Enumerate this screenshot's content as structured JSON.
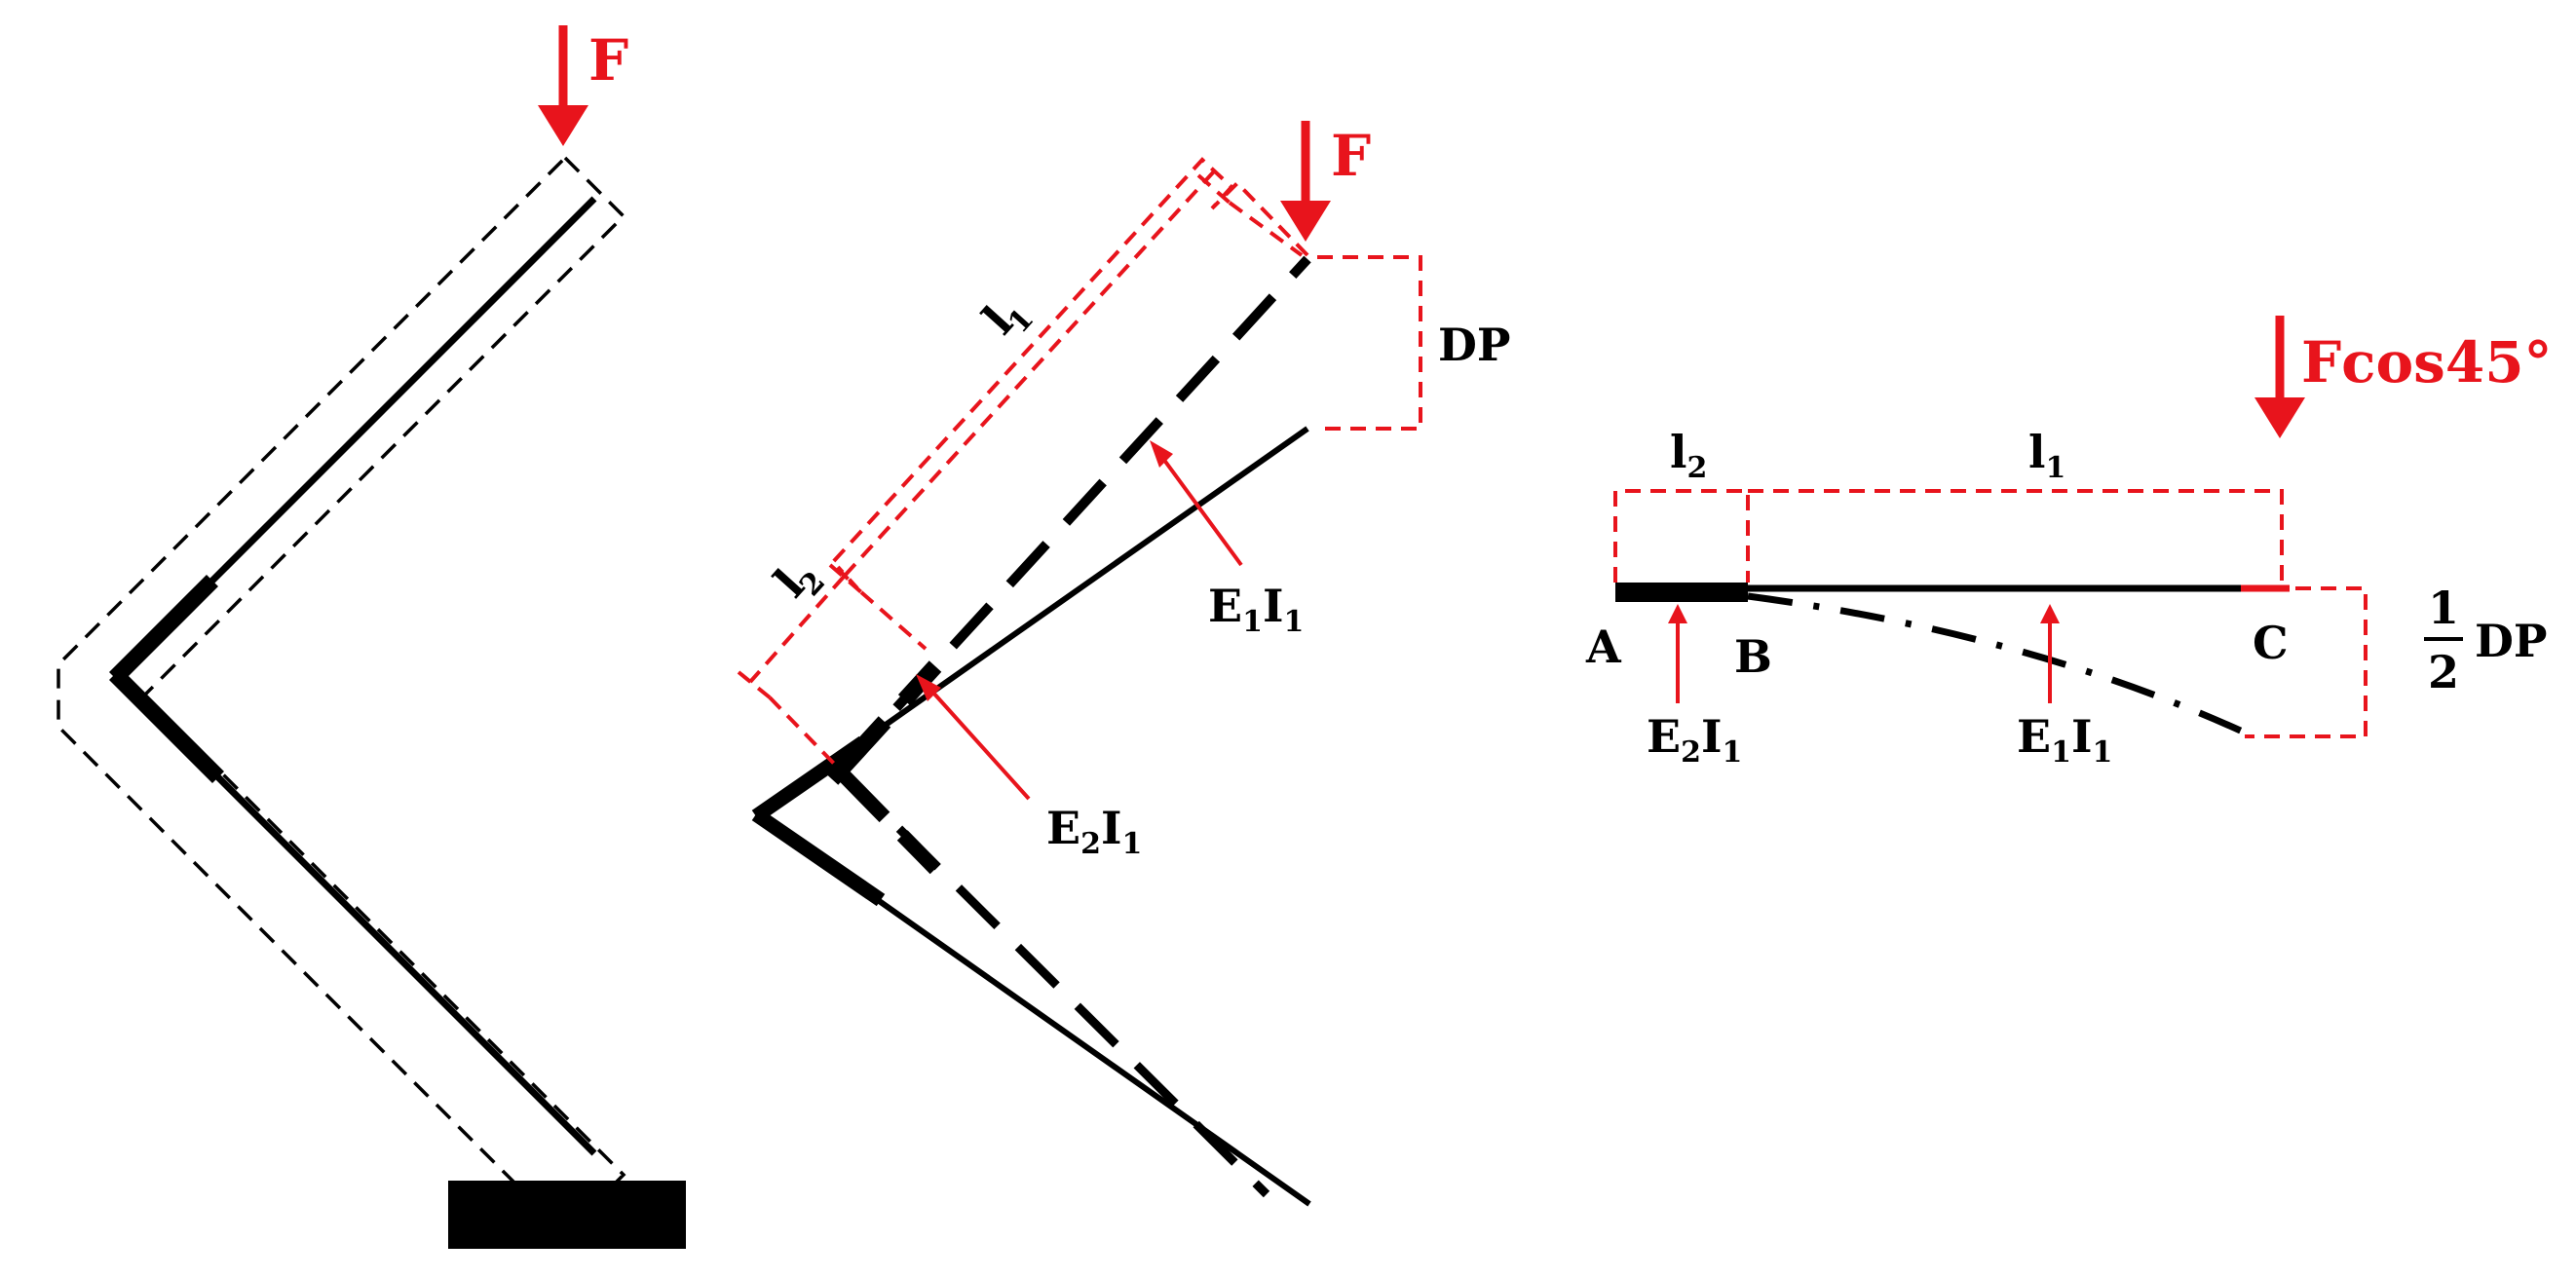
{
  "colors": {
    "ink": "#000000",
    "accent_red": "#e8141c",
    "background": "#ffffff"
  },
  "panel_left": {
    "force_label": "F"
  },
  "panel_middle": {
    "force_label": "F",
    "dp_label": "DP",
    "l1_base": "l",
    "l1_sub": "1",
    "l2_base": "l",
    "l2_sub": "2",
    "e1i1_e": "E",
    "e1i1_e_sub": "1",
    "e1i1_i": "I",
    "e1i1_i_sub": "1",
    "e2i1_e": "E",
    "e2i1_e_sub": "2",
    "e2i1_i": "I",
    "e2i1_i_sub": "1"
  },
  "panel_right": {
    "force_label": "Fcos45°",
    "l1_base": "l",
    "l1_sub": "1",
    "l2_base": "l",
    "l2_sub": "2",
    "point_a": "A",
    "point_b": "B",
    "point_c": "C",
    "e2i1_e": "E",
    "e2i1_e_sub": "2",
    "e2i1_i": "I",
    "e2i1_i_sub": "1",
    "e1i1_e": "E",
    "e1i1_e_sub": "1",
    "e1i1_i": "I",
    "e1i1_i_sub": "1",
    "half_numerator": "1",
    "half_denominator": "2",
    "half_dp": "DP"
  }
}
